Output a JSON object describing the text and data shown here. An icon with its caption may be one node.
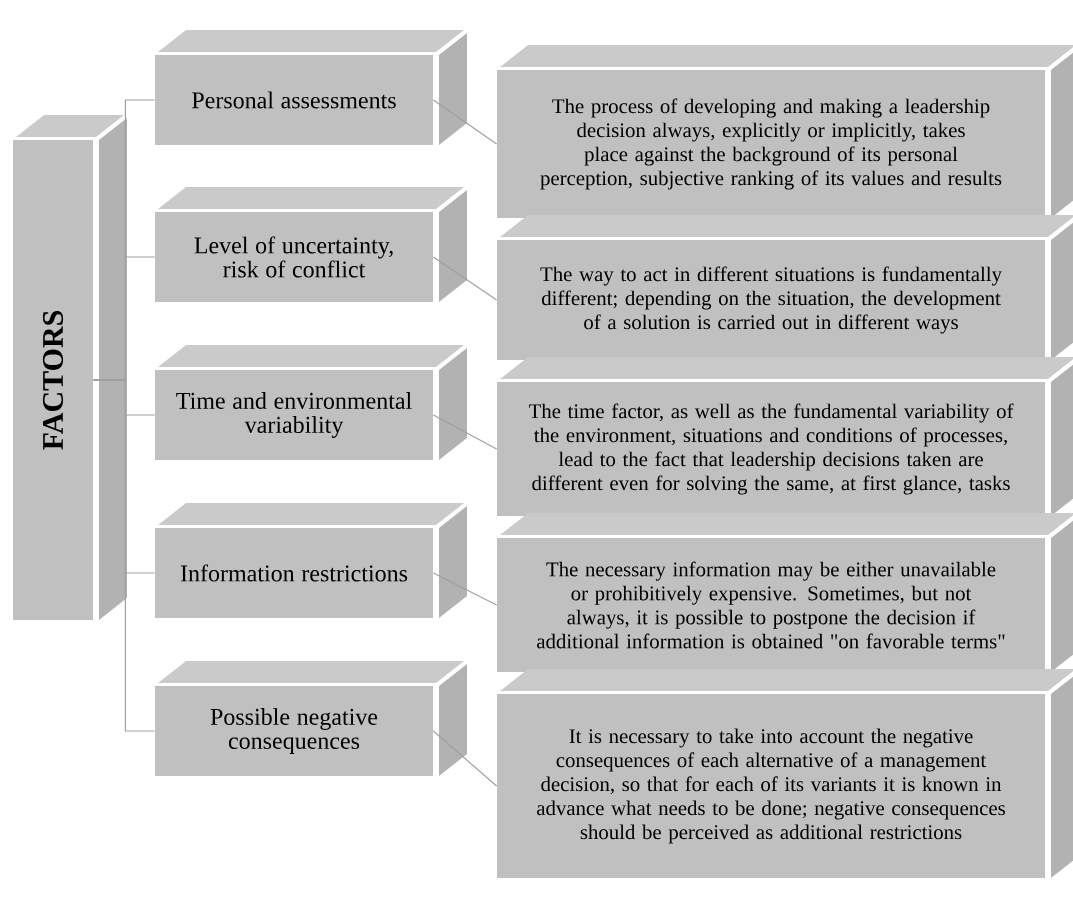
{
  "diagram": {
    "nodes": [
      {
        "text": [
          "FACTORS"
        ]
      },
      {
        "text": [
          "Personal assessments"
        ]
      },
      {
        "text": [
          "Level of uncertainty, risk of conflict"
        ]
      },
      {
        "text": [
          "Time and environmental variability"
        ]
      },
      {
        "text": [
          "Information restrictions"
        ]
      },
      {
        "text": [
          "Possible negative consequences"
        ]
      },
      {
        "text": [
          "The process of developing and making a leadership decision always, explicitly or implicitly, takes place against the background of its personal perception, subjective ranking of its values and results"
        ]
      },
      {
        "text": [
          "The way to act in different situations is fundamentally different; depending on the situation, the development of a solution is carried out in different ways"
        ]
      },
      {
        "text": [
          "The time factor, as well as the fundamental variability of the environment, situations and conditions of processes, lead to the fact that leadership decisions taken are different even for solving the same, at first glance, tasks"
        ]
      },
      {
        "text": [
          "The necessary information may be either unavailable or prohibitively expensive. Sometimes, but not always, it is possible to postpone the decision if additional information is obtained \"on favorable terms\""
        ]
      },
      {
        "text": [
          "It is necessary to take into account the negative consequences of each alternative of a management decision, so that for each of its variants it is known in advance what needs to be done; negative consequences should be perceived as additional restrictions"
        ]
      }
    ],
    "edges": [
      {
        "from": 0,
        "to": 1,
        "arrow": "none"
      },
      {
        "from": 0,
        "to": 2,
        "arrow": "none"
      },
      {
        "from": 0,
        "to": 3,
        "arrow": "none"
      },
      {
        "from": 0,
        "to": 4,
        "arrow": "none"
      },
      {
        "from": 0,
        "to": 5,
        "arrow": "none"
      },
      {
        "from": 1,
        "to": 6,
        "arrow": "none"
      },
      {
        "from": 2,
        "to": 7,
        "arrow": "none"
      },
      {
        "from": 3,
        "to": 8,
        "arrow": "none"
      },
      {
        "from": 4,
        "to": 9,
        "arrow": "none"
      },
      {
        "from": 5,
        "to": 10,
        "arrow": "none"
      }
    ]
  }
}
